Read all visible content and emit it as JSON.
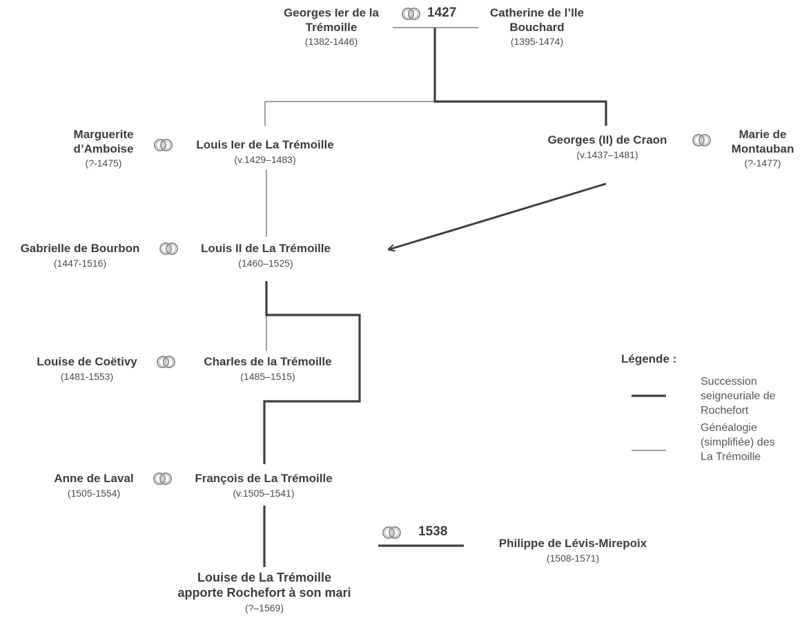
{
  "people": {
    "georges1": {
      "name_1": "Georges Ier de la",
      "name_2": "Trémoille",
      "dates": "(1382-1446)"
    },
    "catherine": {
      "name_1": "Catherine de l’Ile",
      "name_2": "Bouchard",
      "dates": "(1395-1474)"
    },
    "marguerite": {
      "name_1": "Marguerite",
      "name_2": "d’Amboise",
      "dates": "(?-1475)"
    },
    "louis1": {
      "name": "Louis Ier de La Trémoille",
      "dates": "(v.1429–1483)"
    },
    "georges2": {
      "name": "Georges (II) de Craon",
      "dates": "(v.1437–1481)"
    },
    "marie": {
      "name_1": "Marie de",
      "name_2": "Montauban",
      "dates": "(?-1477)"
    },
    "gabrielle": {
      "name": "Gabrielle de Bourbon",
      "dates": "(1447-1516)"
    },
    "louis2": {
      "name": "Louis II de La Trémoille",
      "dates": "(1460–1525)"
    },
    "louise_coetivy": {
      "name": "Louise de Coëtivy",
      "dates": "(1481-1553)"
    },
    "charles": {
      "name": "Charles de la Trémoille",
      "dates": "(1485–1515)"
    },
    "anne": {
      "name": "Anne de Laval",
      "dates": "(1505-1554)"
    },
    "francois": {
      "name": "François de La Trémoille",
      "dates": "(v.1505–1541)"
    },
    "louise_tremoille": {
      "name_1": "Louise de La Trémoille",
      "name_2": "apporte Rochefort à son mari",
      "dates": "(?–1569)"
    },
    "philippe": {
      "name": "Philippe de Lévis-Mirepoix",
      "dates": "(1508-1571)"
    }
  },
  "marriage_years": {
    "m1427": "1427",
    "m1538": "1538"
  },
  "icons": {
    "marriage": "wedding-rings-icon"
  },
  "legend": {
    "title": "Légende :",
    "thick": {
      "line_1": "Succession",
      "line_2": "seigneuriale de",
      "line_3": "Rochefort"
    },
    "thin": {
      "line_1": "Généalogie",
      "line_2": "(simplifiée) des",
      "line_3": "La Trémoille"
    }
  },
  "colors": {
    "text": "#3d3d3d",
    "line": "#3f3f3f",
    "rings": "#8c8c8c"
  }
}
